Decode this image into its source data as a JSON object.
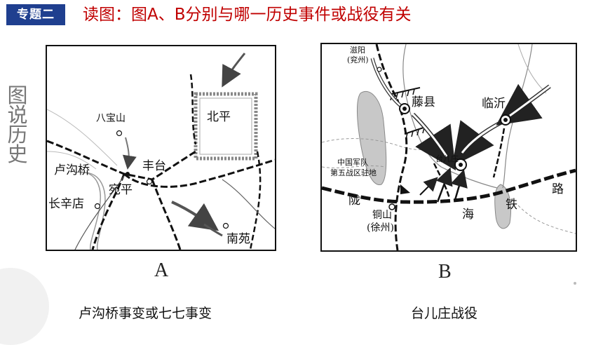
{
  "header": {
    "badge": "专题二",
    "title": "读图：图A、B分别与哪一历史事件或战役有关"
  },
  "sidebar": {
    "chars": [
      "图",
      "说",
      "历",
      "史"
    ]
  },
  "mapA": {
    "letter": "A",
    "places": {
      "beiping": "北平",
      "babaoshan": "八宝山",
      "fengtai": "丰台",
      "lugouqiao": "卢沟桥",
      "wanping": "宛平",
      "changxindian": "长辛店",
      "nanyuan": "南苑"
    },
    "caption": "卢沟桥事变或七七事变"
  },
  "mapB": {
    "letter": "B",
    "places": {
      "ziyang_1": "滋阳",
      "ziyang_2": "(兖州)",
      "tengxian": "藤县",
      "linyi": "临沂",
      "taierzhuang": "台儿庄",
      "hq_1": "中国军队",
      "hq_2": "第五战区驻地",
      "long": "陇",
      "hai": "海",
      "tie": "铁",
      "lu": "路",
      "tongshan_1": "铜山",
      "tongshan_2": "(徐州)"
    },
    "caption": "台儿庄战役"
  }
}
